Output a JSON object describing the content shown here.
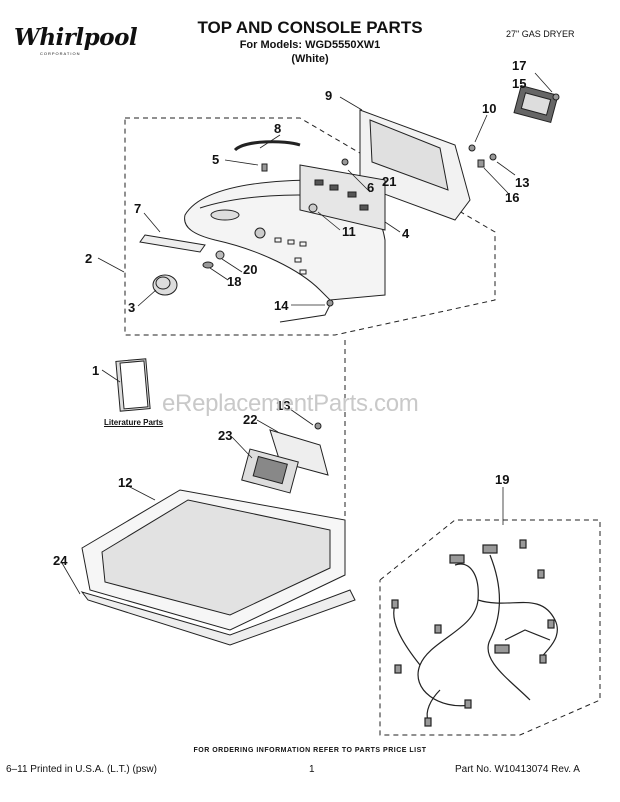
{
  "header": {
    "brand": "Whirlpool",
    "brand_sub": "CORPORATION",
    "title": "TOP AND CONSOLE PARTS",
    "models": "For Models: WGD5550XW1",
    "color": "(White)",
    "product": "27\" GAS DRYER"
  },
  "callouts": [
    "1",
    "2",
    "3",
    "4",
    "5",
    "6",
    "7",
    "8",
    "9",
    "10",
    "11",
    "12",
    "13",
    "13",
    "14",
    "15",
    "16",
    "17",
    "18",
    "19",
    "20",
    "21",
    "22",
    "23",
    "24"
  ],
  "literature_label": "Literature Parts",
  "watermark": "eReplacementParts.com",
  "footer": {
    "ordering": "FOR ORDERING INFORMATION REFER TO PARTS PRICE LIST",
    "left": "6–11 Printed in U.S.A. (L.T.) (psw)",
    "page": "1",
    "right": "Part No. W10413074 Rev. A"
  },
  "colors": {
    "line": "#222222",
    "fill": "#e8e8e8",
    "dark": "#555555"
  }
}
